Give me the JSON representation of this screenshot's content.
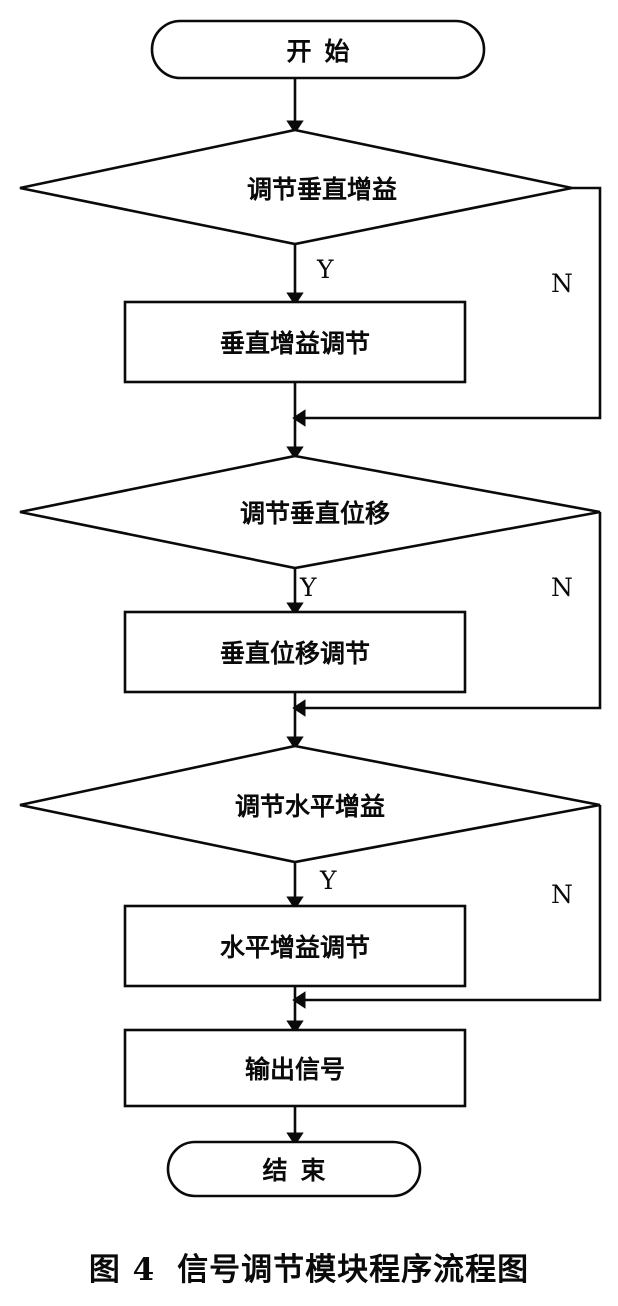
{
  "figure": {
    "caption_prefix": "图 4",
    "caption_title": "信号调节模块程序流程图"
  },
  "flowchart": {
    "type": "flowchart",
    "orientation": "top-to-bottom",
    "nodes": [
      {
        "id": "start",
        "shape": "terminal",
        "label": "开始"
      },
      {
        "id": "dec1",
        "shape": "decision",
        "label": "调节垂直增益"
      },
      {
        "id": "proc1",
        "shape": "process",
        "label": "垂直增益调节"
      },
      {
        "id": "dec2",
        "shape": "decision",
        "label": "调节垂直位移"
      },
      {
        "id": "proc2",
        "shape": "process",
        "label": "垂直位移调节"
      },
      {
        "id": "dec3",
        "shape": "decision",
        "label": "调节水平增益"
      },
      {
        "id": "proc3",
        "shape": "process",
        "label": "水平增益调节"
      },
      {
        "id": "proc4",
        "shape": "process",
        "label": "输出信号"
      },
      {
        "id": "end",
        "shape": "terminal",
        "label": "结束"
      }
    ],
    "branch_labels": {
      "yes": "Y",
      "no": "N"
    },
    "edges": [
      {
        "from": "start",
        "to": "dec1",
        "label": ""
      },
      {
        "from": "dec1",
        "to": "proc1",
        "label": "Y"
      },
      {
        "from": "dec1",
        "to": "dec2",
        "label": "N"
      },
      {
        "from": "proc1",
        "to": "dec2",
        "label": ""
      },
      {
        "from": "dec2",
        "to": "proc2",
        "label": "Y"
      },
      {
        "from": "dec2",
        "to": "dec3",
        "label": "N"
      },
      {
        "from": "proc2",
        "to": "dec3",
        "label": ""
      },
      {
        "from": "dec3",
        "to": "proc3",
        "label": "Y"
      },
      {
        "from": "dec3",
        "to": "proc4",
        "label": "N"
      },
      {
        "from": "proc3",
        "to": "proc4",
        "label": ""
      },
      {
        "from": "proc4",
        "to": "end",
        "label": ""
      }
    ],
    "colors": {
      "stroke": "#0a0a0a",
      "fill": "#ffffff",
      "text": "#0a0a0a"
    }
  }
}
